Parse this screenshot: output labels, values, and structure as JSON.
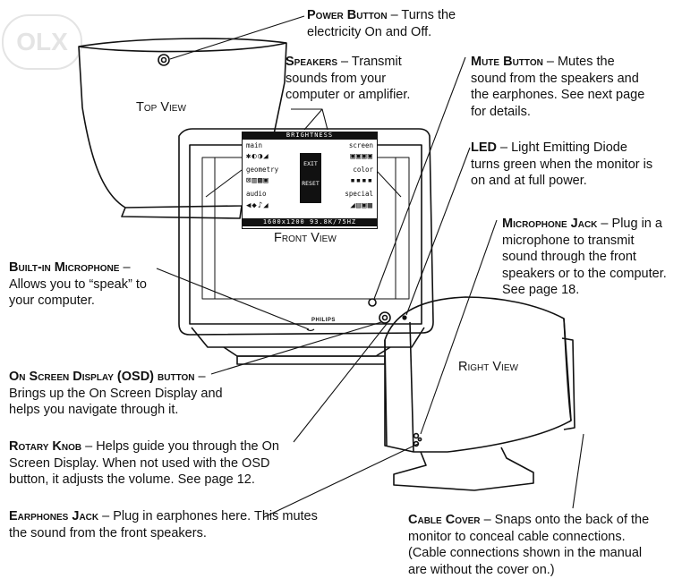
{
  "watermark": "OLX",
  "views": {
    "top": "Top View",
    "front": "Front View",
    "right": "Right View"
  },
  "monitor": {
    "brand": "PHILIPS"
  },
  "osd": {
    "bar_title": "BRIGHTNESS",
    "main": "main",
    "screen": "screen",
    "geometry": "geometry",
    "color": "color",
    "audio": "audio",
    "special": "special",
    "exit": "EXIT",
    "reset": "RESET",
    "status": "1600x1200  93.8K/75HZ"
  },
  "callouts": [
    {
      "id": "power",
      "head": "Power Button",
      "lines": [
        "Power Button – Turns the",
        "electricity On and Off."
      ]
    },
    {
      "id": "speakers",
      "head": "Speakers",
      "lines": [
        "Speakers – Transmit",
        "sounds from your",
        "computer or amplifier."
      ]
    },
    {
      "id": "mute",
      "head": "Mute Button",
      "lines": [
        "Mute Button – Mutes the",
        "sound from the speakers and",
        "the earphones. See next page",
        "for details."
      ]
    },
    {
      "id": "led",
      "head": "LED",
      "lines": [
        "LED – Light Emitting Diode",
        "turns green when the monitor is",
        "on and at full power."
      ]
    },
    {
      "id": "mic-jack",
      "head": "Microphone Jack",
      "lines": [
        "Microphone Jack – Plug in a",
        "microphone to transmit",
        "sound through the front",
        "speakers or to the computer.",
        "See page 18."
      ]
    },
    {
      "id": "builtin-mic",
      "head": "Built-in Microphone",
      "lines": [
        "Built-in Microphone –",
        "Allows you to “speak” to",
        "your computer."
      ]
    },
    {
      "id": "osd-button",
      "head": "On Screen Display (OSD) button",
      "lines": [
        "On Screen Display (OSD) button –",
        "Brings up the On Screen Display and",
        "helps you navigate through it."
      ]
    },
    {
      "id": "rotary",
      "head": "Rotary Knob",
      "lines": [
        "Rotary Knob – Helps guide you through the On",
        "Screen Display. When not used with the OSD",
        "button, it adjusts the volume. See page 12."
      ]
    },
    {
      "id": "earphones",
      "head": "Earphones Jack",
      "lines": [
        "Earphones Jack – Plug in earphones here. This mutes",
        "the sound from the front speakers."
      ]
    },
    {
      "id": "cable-cover",
      "head": "Cable Cover",
      "lines": [
        "Cable Cover – Snaps onto the back of the",
        "monitor to conceal cable connections.",
        "(Cable connections shown in the manual",
        "are without the cover on.)"
      ]
    }
  ]
}
